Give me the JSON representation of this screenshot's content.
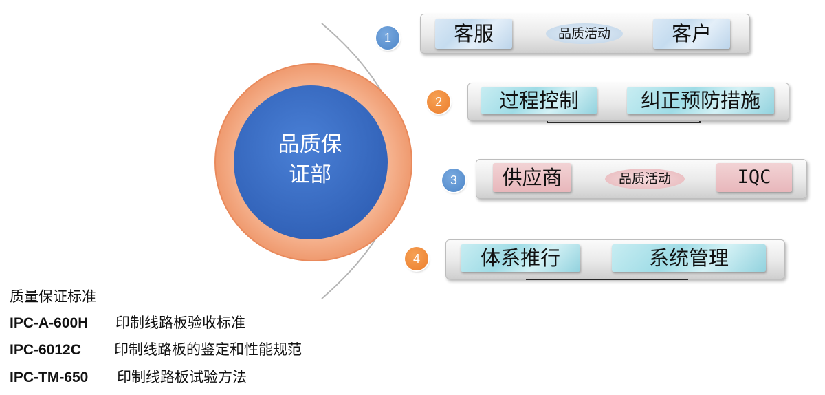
{
  "center": {
    "lines": [
      "品质保",
      "证部"
    ]
  },
  "numbers": [
    "1",
    "2",
    "3",
    "4"
  ],
  "rows": [
    {
      "left": "客服",
      "middle": "品质活动",
      "right": "客户"
    },
    {
      "left": "过程控制",
      "right": "纠正预防措施"
    },
    {
      "left": "供应商",
      "middle": "品质活动",
      "right": "IQC"
    },
    {
      "left": "体系推行",
      "right": "系统管理"
    }
  ],
  "standards": {
    "heading": "质量保证标准",
    "items": [
      {
        "code": "IPC-A-600H",
        "desc": "印制线路板验收标准"
      },
      {
        "code": "IPC-6012C",
        "desc": "印制线路板的鉴定和性能规范"
      },
      {
        "code": "IPC-TM-650",
        "desc": "印制线路板试验方法"
      }
    ]
  },
  "colors": {
    "outer_ring": "#f4a27d",
    "inner_circle": "#3f6fc6",
    "badge_blue": "#4d86c8",
    "badge_orange": "#ec7d2c"
  }
}
